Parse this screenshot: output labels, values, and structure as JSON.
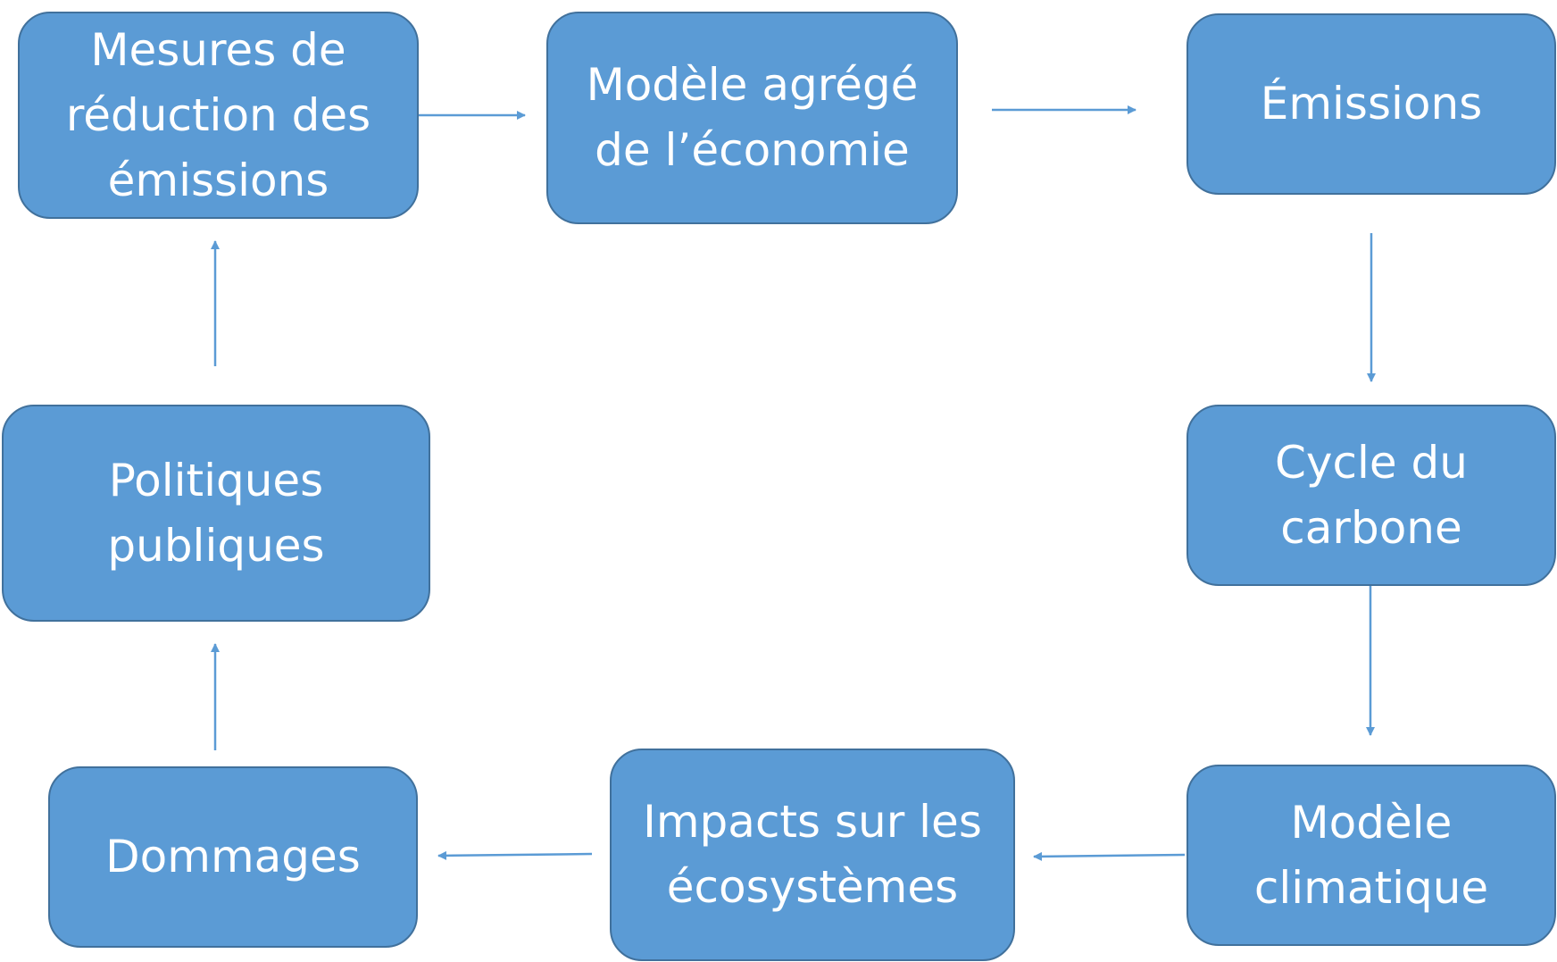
{
  "diagram": {
    "colors": {
      "node_fill": "#5b9bd5",
      "node_border": "#41719c",
      "arrow": "#5b9bd5",
      "text": "#ffffff"
    },
    "nodes": {
      "mesures": "Mesures de\nréduction des\némissions",
      "modele_agrege": "Modèle agrégé\nde l’économie",
      "emissions": "Émissions",
      "cycle_carbone": "Cycle du\ncarbone",
      "modele_climatique": "Modèle\nclimatique",
      "impacts": "Impacts sur les\nécosystèmes",
      "dommages": "Dommages",
      "politiques": "Politiques\npubliques"
    },
    "edges": [
      {
        "from": "mesures",
        "to": "modele_agrege"
      },
      {
        "from": "modele_agrege",
        "to": "emissions"
      },
      {
        "from": "emissions",
        "to": "cycle_carbone"
      },
      {
        "from": "cycle_carbone",
        "to": "modele_climatique"
      },
      {
        "from": "modele_climatique",
        "to": "impacts"
      },
      {
        "from": "impacts",
        "to": "dommages"
      },
      {
        "from": "dommages",
        "to": "politiques"
      },
      {
        "from": "politiques",
        "to": "mesures"
      }
    ]
  }
}
